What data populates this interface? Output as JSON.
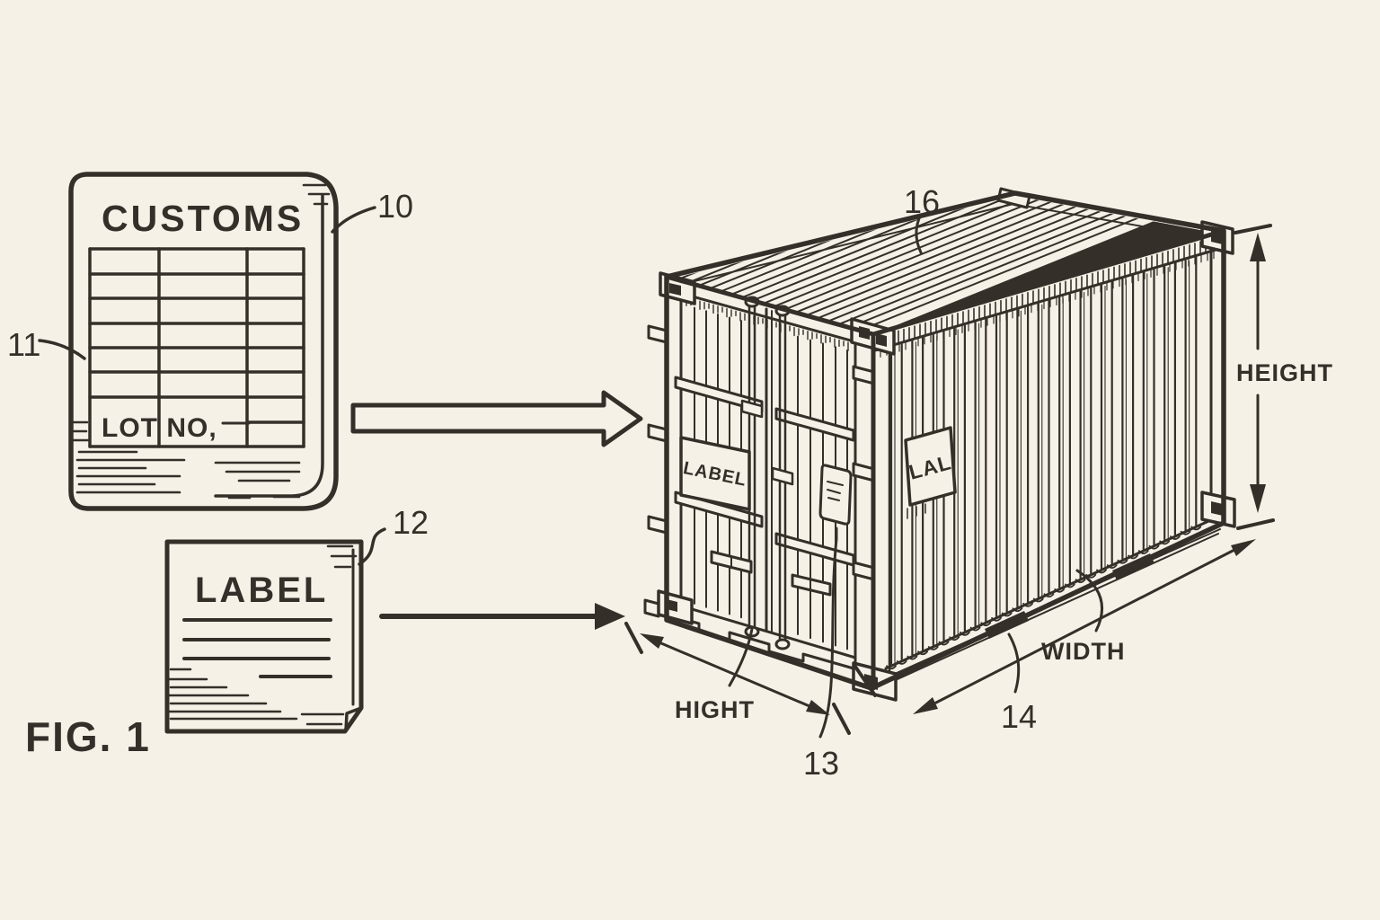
{
  "figure": {
    "label": "FIG. 1"
  },
  "palette": {
    "paper": "#f5f1e7",
    "ink": "#343029"
  },
  "documents": {
    "customs": {
      "title": "CUSTOMS",
      "lot_no": "LOT NO,",
      "ref": "10",
      "table_ref": "11"
    },
    "label": {
      "title": "LABEL",
      "ref": "12"
    }
  },
  "container": {
    "roof_ref": "16",
    "door_plate_text": "LABEL",
    "side_plate_text": "LAL",
    "tag_ref": "13",
    "rail_ref": "14"
  },
  "dimensions": {
    "height_label": "HEIGHT",
    "width_label": "WIDTH",
    "hight_label": "HIGHT"
  }
}
